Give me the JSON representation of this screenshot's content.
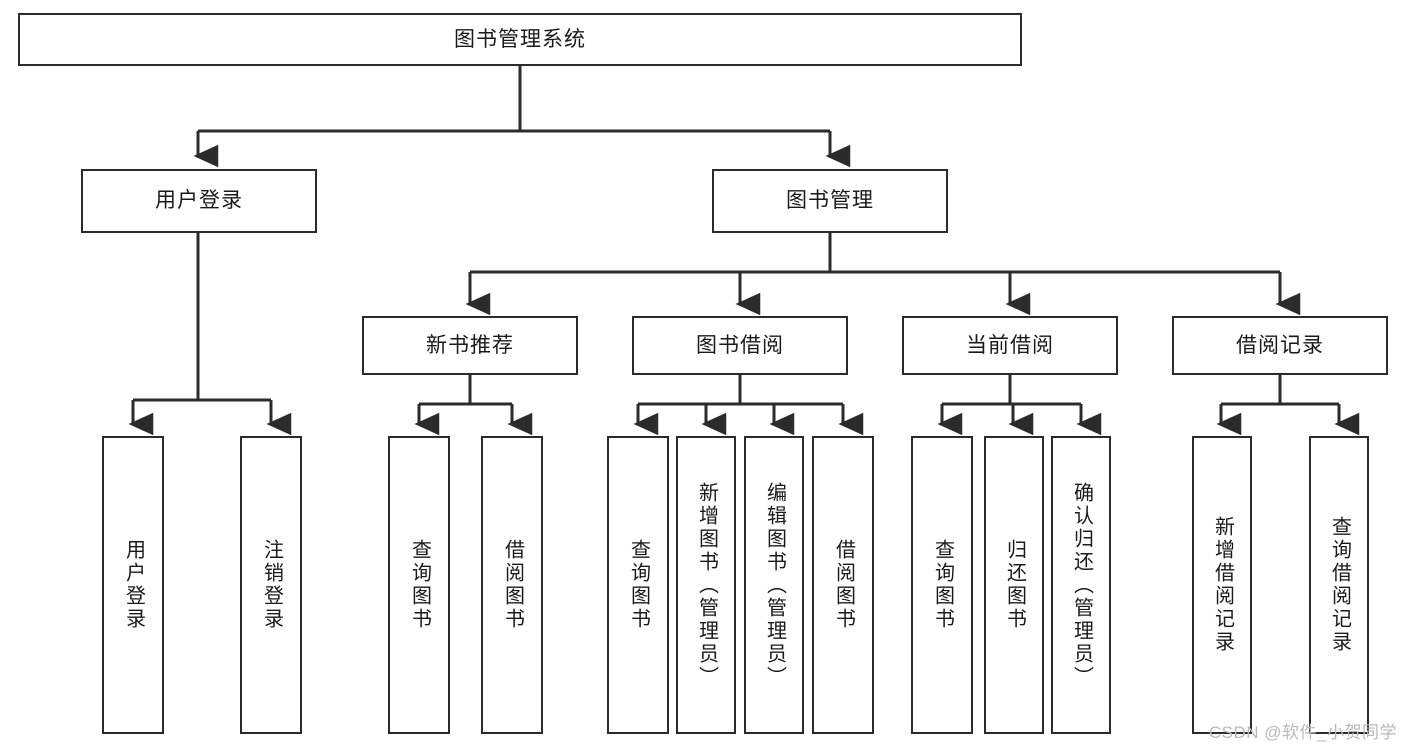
{
  "diagram": {
    "title": "图书管理系统",
    "type": "tree-hierarchy",
    "root": {
      "label": "图书管理系统"
    },
    "level2": [
      {
        "label": "用户登录"
      },
      {
        "label": "图书管理"
      }
    ],
    "level3": [
      {
        "label": "新书推荐"
      },
      {
        "label": "图书借阅"
      },
      {
        "label": "当前借阅"
      },
      {
        "label": "借阅记录"
      }
    ],
    "leaves": {
      "user_login": [
        {
          "label": "用户登录"
        },
        {
          "label": "注销登录"
        }
      ],
      "new_book_recommend": [
        {
          "label": "查询图书"
        },
        {
          "label": "借阅图书"
        }
      ],
      "book_borrow": [
        {
          "label": "查询图书"
        },
        {
          "label": "新增图书（管理员）"
        },
        {
          "label": "编辑图书（管理员）"
        },
        {
          "label": "借阅图书"
        }
      ],
      "current_borrow": [
        {
          "label": "查询图书"
        },
        {
          "label": "归还图书"
        },
        {
          "label": "确认归还（管理员）"
        }
      ],
      "borrow_record": [
        {
          "label": "新增借阅记录"
        },
        {
          "label": "查询借阅记录"
        }
      ]
    }
  },
  "watermark": {
    "text": "CSDN @软件_小贺同学"
  },
  "colors": {
    "stroke": "#2b2b2b",
    "background": "#ffffff",
    "text": "#1a1a1a",
    "watermark": "#b9b9b9"
  }
}
